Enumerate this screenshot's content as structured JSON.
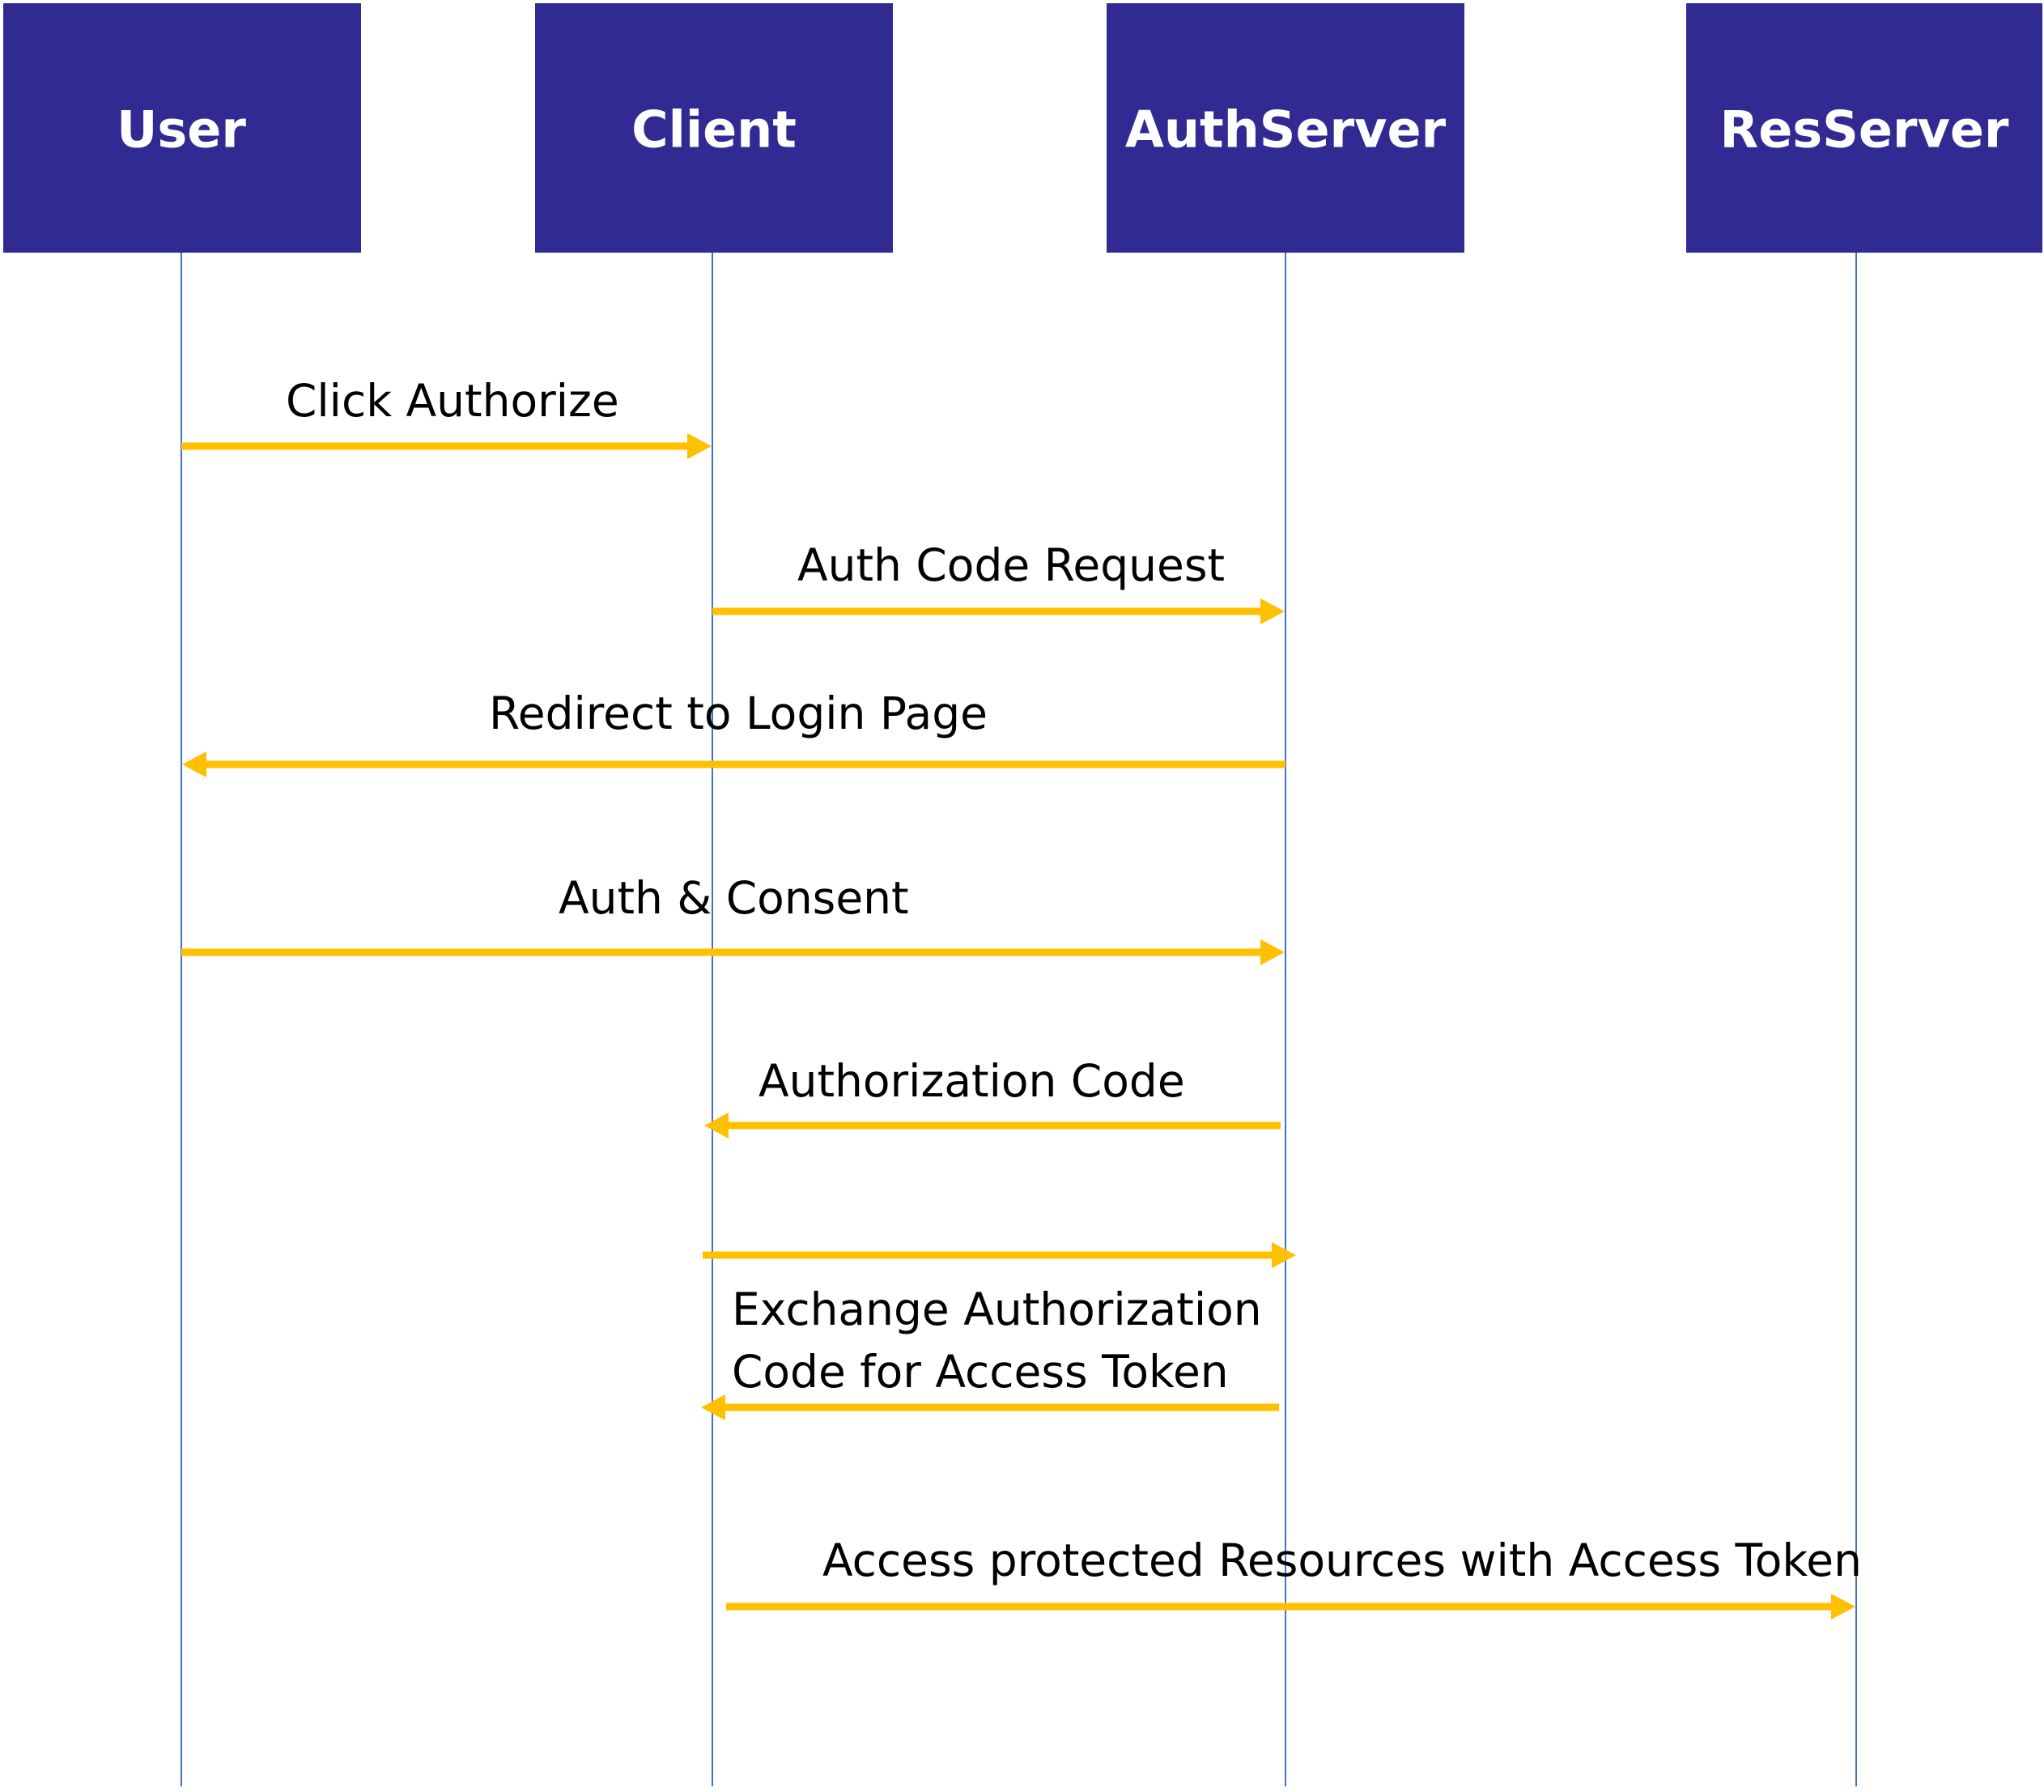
{
  "diagram": {
    "actors": [
      {
        "id": "user",
        "label": "User"
      },
      {
        "id": "client",
        "label": "Client"
      },
      {
        "id": "authserver",
        "label": "AuthServer"
      },
      {
        "id": "resserver",
        "label": "ResServer"
      }
    ],
    "messages": [
      {
        "from": "user",
        "to": "client",
        "label": "Click Authorize"
      },
      {
        "from": "client",
        "to": "authserver",
        "label": "Auth Code Request"
      },
      {
        "from": "authserver",
        "to": "user",
        "label": "Redirect to Login Page"
      },
      {
        "from": "user",
        "to": "authserver",
        "label": "Auth & Consent"
      },
      {
        "from": "authserver",
        "to": "client",
        "label": "Authorization Code"
      },
      {
        "from": "client",
        "to": "authserver",
        "label": ""
      },
      {
        "from": "authserver",
        "to": "client",
        "label": "Exchange Authorization\nCode for Access Token"
      },
      {
        "from": "client",
        "to": "resserver",
        "label": "Access protected Resources with Access Token"
      }
    ],
    "colors": {
      "actor_fill": "#312a92",
      "actor_text": "#ffffff",
      "lifeline": "#4472c4",
      "arrow": "#ffc000",
      "label_text": "#000000"
    }
  }
}
